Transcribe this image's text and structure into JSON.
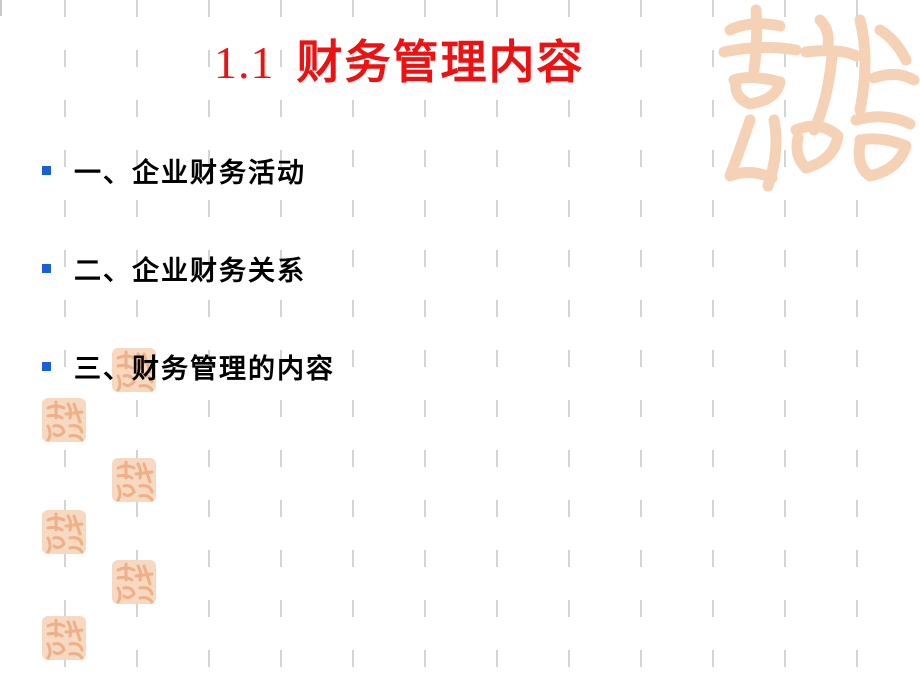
{
  "slide": {
    "title_number": "1.1",
    "title_text": "财务管理内容",
    "bullets": [
      {
        "label": "一、企业财务活动"
      },
      {
        "label": "二、企业财务关系"
      },
      {
        "label": "三、财务管理的内容"
      }
    ]
  },
  "colors": {
    "title": "#ee1111",
    "bullet_marker": "#1a5fd6",
    "seal": "#f3c9a8"
  },
  "icons": {
    "decor": "auspicious-seal-icon"
  }
}
